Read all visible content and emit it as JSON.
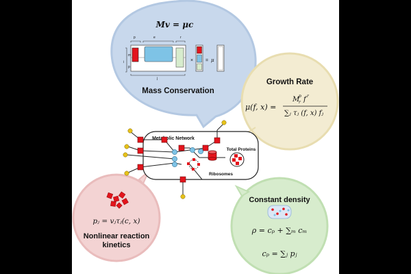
{
  "colors": {
    "blue_bubble": "#c8d8ec",
    "blue_bubble_stroke": "#b3c8e2",
    "yellow_bubble": "#f3ecd2",
    "yellow_bubble_stroke": "#e8ddb0",
    "pink_bubble": "#f3d3d3",
    "pink_bubble_stroke": "#e9bcbc",
    "green_bubble": "#d7eccd",
    "green_bubble_stroke": "#c0dfb2",
    "reaction_red": "#e3141c",
    "metabolite_blue": "#7ec3e6",
    "nutrient_yellow": "#e7c21a"
  },
  "mass_conservation": {
    "equation": "Mv = μc",
    "title": "Mass Conservation",
    "matrix_labels": {
      "m": "m",
      "i": "i",
      "p": "p",
      "e": "e",
      "r": "r",
      "j": "j",
      "times": "×",
      "equals": "=",
      "mu": "μ"
    }
  },
  "growth_rate": {
    "title": "Growth Rate",
    "lhs": "μ(f, x) =",
    "numerator": "M",
    "numerator_sup": "p",
    "numerator_sub": "r",
    "numerator_tail": "f",
    "numerator_tail_sup": "r",
    "denominator": "∑ⱼ τⱼ (f, x) fⱼ"
  },
  "network": {
    "label": "Metabolic Network",
    "total_proteins": "Total Proteins",
    "ribosomes": "Ribosomes"
  },
  "kinetics": {
    "equation": "pⱼ = vⱼτⱼ(c, x)",
    "title_line1": "Nonlinear reaction",
    "title_line2": "kinetics"
  },
  "density": {
    "title": "Constant density",
    "eq1": "ρ = cₚ + ∑ₘ cₘ",
    "eq2": "cₚ = ∑ⱼ pⱼ"
  }
}
